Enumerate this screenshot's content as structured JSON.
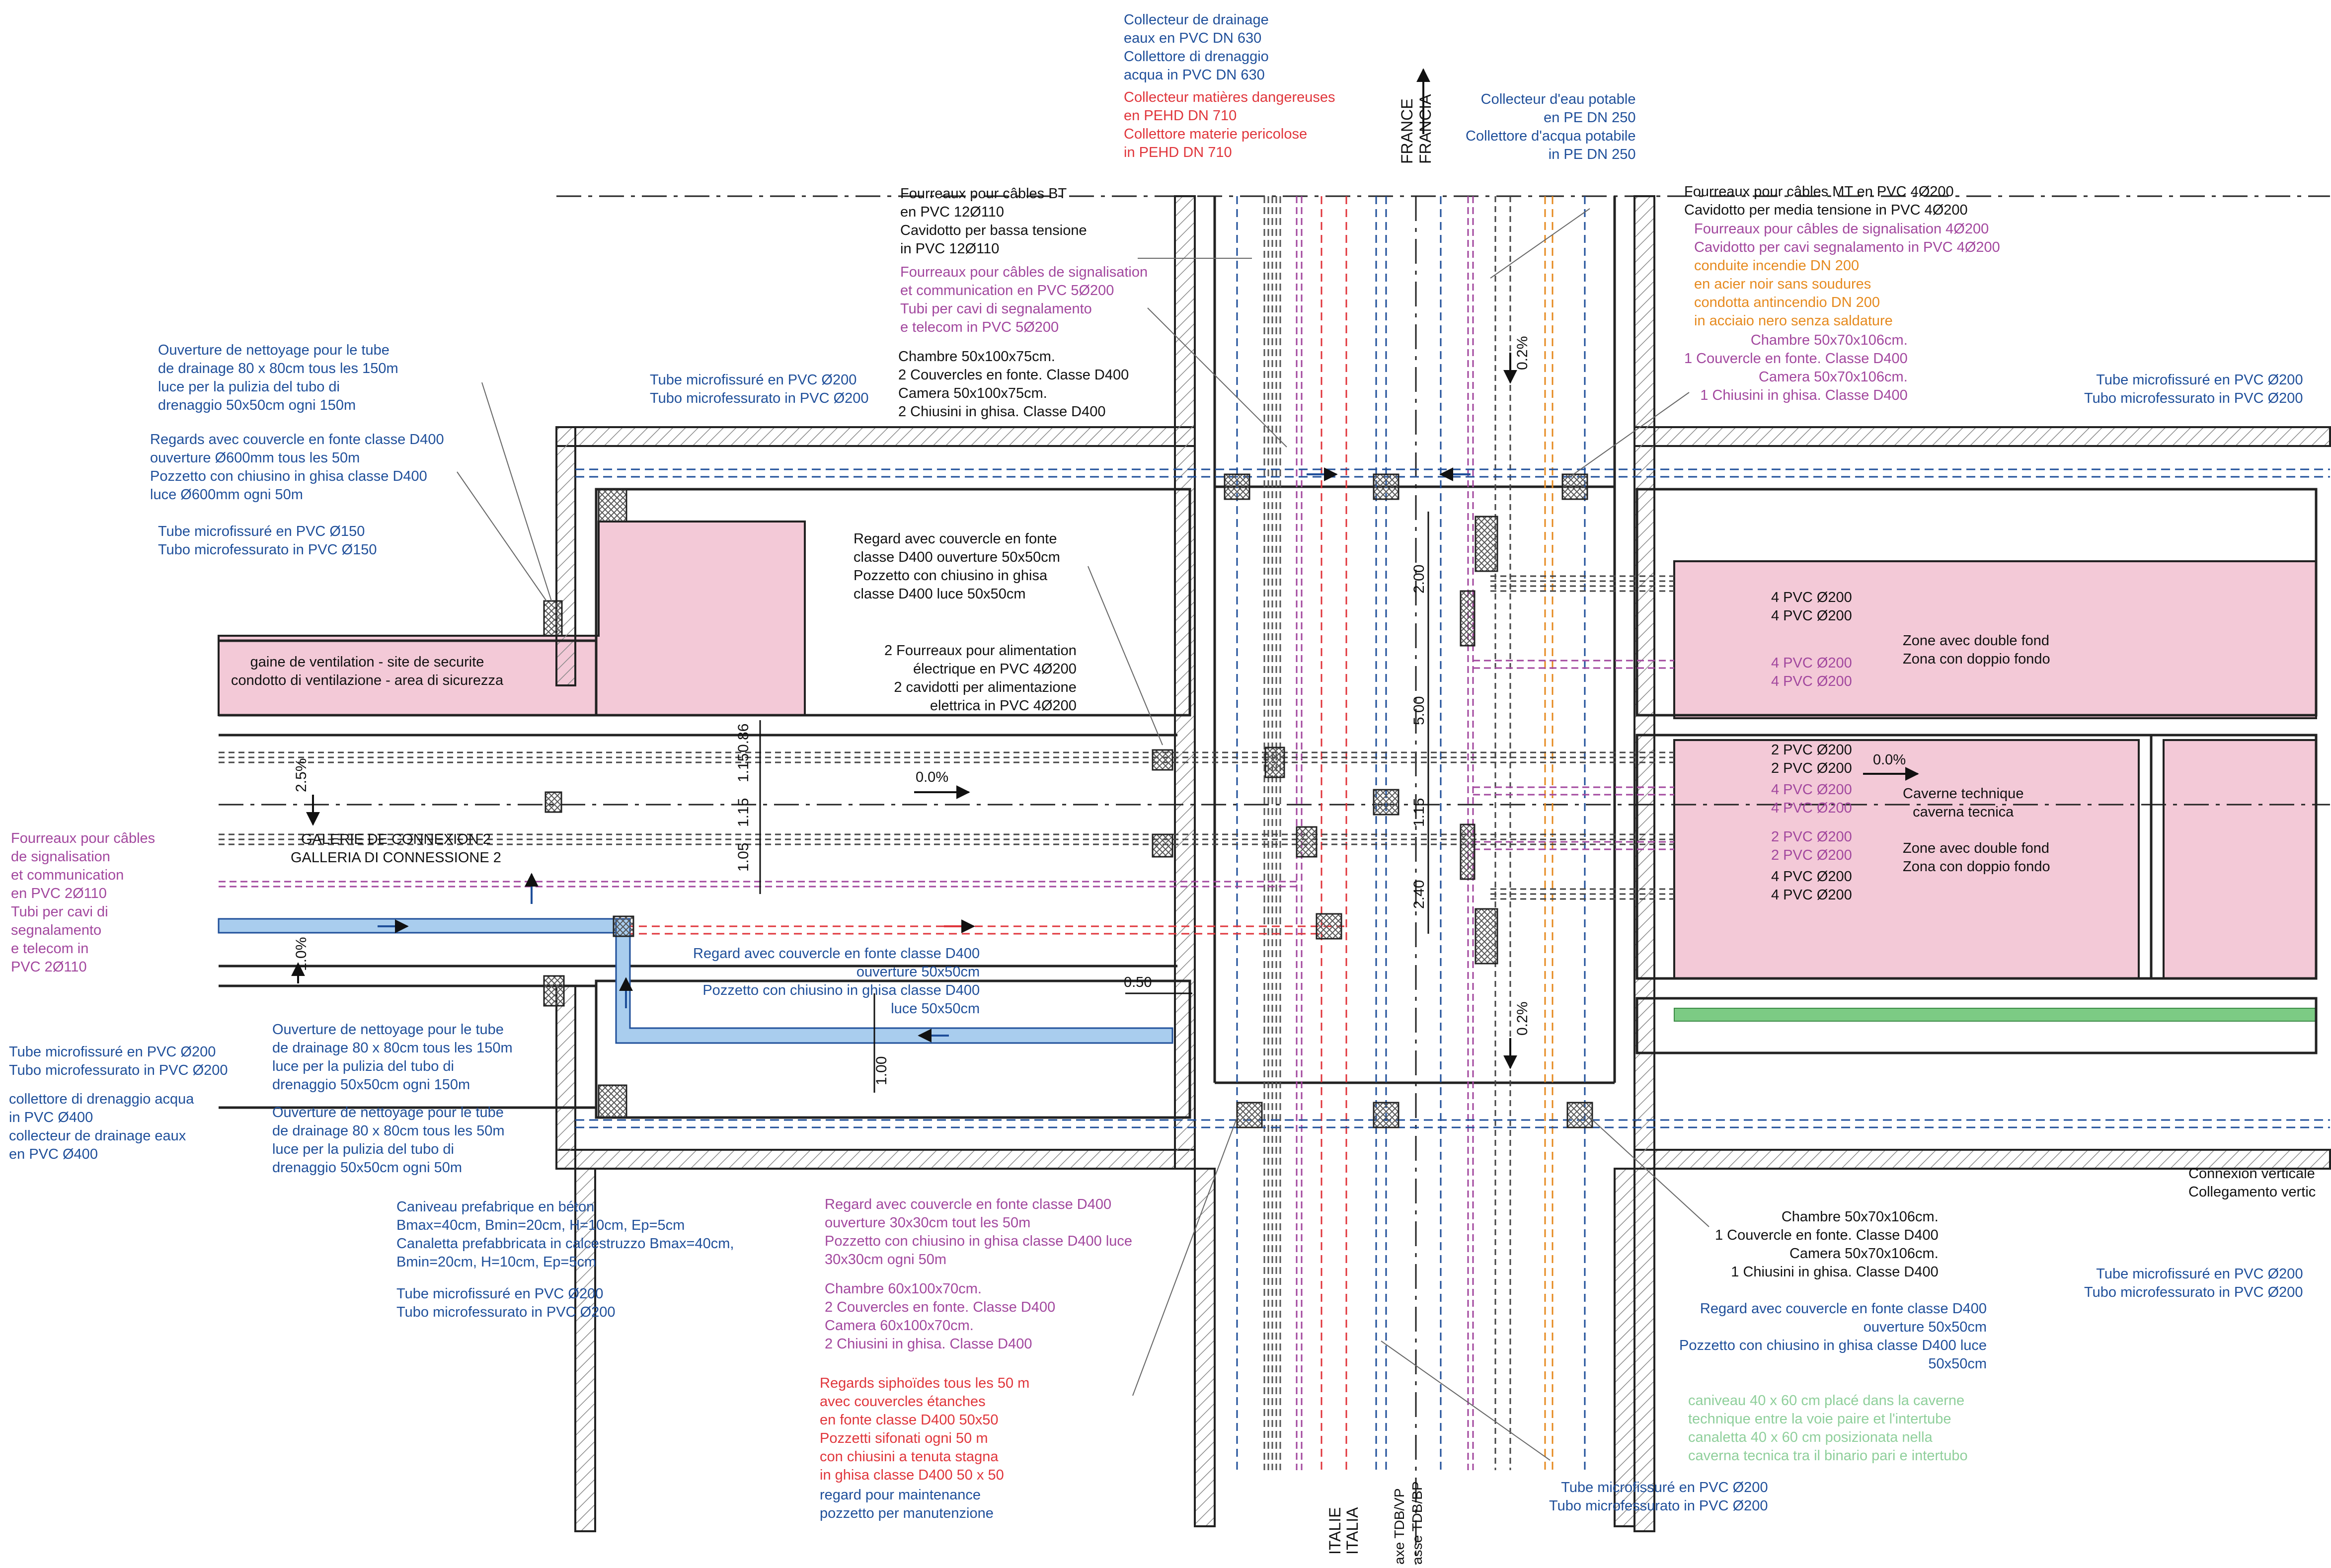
{
  "colors": {
    "blue": "#1f4f9a",
    "red": "#e0353b",
    "magenta": "#a2479e",
    "orange": "#e68a1f",
    "black": "#111111",
    "pink_fill": "#f3c9d7",
    "green_fill": "#7ccb84",
    "light_blue": "#6aa8e0",
    "lightgreen_text": "#8fcf9b",
    "hatch": "#777777"
  },
  "labels": {
    "collecteur_drainage": [
      "Collecteur de drainage",
      "eaux en PVC DN 630",
      "Collettore di drenaggio",
      "acqua in PVC DN 630"
    ],
    "collecteur_dangereuses": [
      "Collecteur matières dangereuses",
      "en PEHD DN 710",
      "Collettore materie pericolose",
      "in PEHD DN 710"
    ],
    "collecteur_eau_potable": [
      "Collecteur d'eau potable",
      "en PE DN 250",
      "Collettore d'acqua potabile",
      "in PE DN 250"
    ],
    "fourreaux_bt": [
      "Fourreaux pour câbles BT",
      "en PVC 12Ø110",
      "Cavidotto per bassa tensione",
      "in PVC 12Ø110"
    ],
    "fourreaux_signal_5": [
      "Fourreaux pour câbles de signalisation",
      "et communication en PVC 5Ø200",
      "Tubi per cavi di segnalamento",
      "e telecom in PVC 5Ø200"
    ],
    "fourreaux_mt": [
      "Fourreaux pour câbles MT en PVC 4Ø200",
      "Cavidotto per media tensione in PVC 4Ø200"
    ],
    "fourreaux_signal_4": [
      "Fourreaux pour câbles de signalisation 4Ø200",
      "Cavidotto per cavi segnalamento in PVC 4Ø200"
    ],
    "conduite_incendie": [
      "conduite incendie DN 200",
      "en acier noir sans soudures",
      "condotta antincendio DN 200",
      "in acciaio nero senza saldature"
    ],
    "chambre_top_right": [
      "Chambre 50x70x106cm.",
      "1 Couvercle en fonte. Classe D400",
      "Camera 50x70x106cm.",
      "1 Chiusini in ghisa. Classe D400"
    ],
    "ouverture_top": [
      "Ouverture de nettoyage pour le tube",
      "de drainage 80 x 80cm tous les 150m",
      "luce per la pulizia del tubo di",
      "drenaggio 50x50cm ogni 150m"
    ],
    "tube_micro_top_left": [
      "Tube microfissuré en PVC Ø200",
      "Tubo microfessurato in PVC Ø200"
    ],
    "chambre_top_mid": [
      "Chambre 50x100x75cm.",
      "2 Couvercles en fonte. Classe D400",
      "Camera 50x100x75cm.",
      "2 Chiusini in ghisa. Classe D400"
    ],
    "tube_micro_top_right": [
      "Tube microfissuré en PVC Ø200",
      "Tubo microfessurato in PVC Ø200"
    ],
    "regards_600": [
      "Regards avec couvercle en fonte classe D400",
      "ouverture Ø600mm tous les 50m",
      "Pozzetto con chiusino in ghisa classe D400",
      "luce Ø600mm ogni 50m"
    ],
    "tube_micro_150": [
      "Tube microfissuré en PVC Ø150",
      "Tubo microfessurato in PVC Ø150"
    ],
    "regard_50_mid": [
      "Regard avec couvercle en fonte",
      "classe D400 ouverture 50x50cm",
      "Pozzetto con chiusino in ghisa",
      "classe D400 luce 50x50cm"
    ],
    "gaine_ventilation": [
      "gaine de ventilation - site de securite",
      "condotto di ventilazione - area di sicurezza"
    ],
    "fourreaux_alim": [
      "2 Fourreaux pour alimentation",
      "électrique en PVC 4Ø200",
      "2 cavidotti per alimentazione",
      "elettrica in PVC 4Ø200"
    ],
    "pvc_4_a": [
      "4 PVC Ø200",
      "4 PVC Ø200"
    ],
    "pvc_4_b": [
      "4 PVC Ø200",
      "4 PVC Ø200"
    ],
    "zone_double_1": [
      "Zone avec double fond",
      "Zona con doppio fondo"
    ],
    "pvc_2_a": [
      "2 PVC Ø200",
      "2 PVC Ø200"
    ],
    "pvc_4_c": [
      "4 PVC Ø200",
      "4 PVC Ø200"
    ],
    "pvc_2_b": [
      "2 PVC Ø200",
      "2 PVC Ø200"
    ],
    "pvc_4_d": [
      "4 PVC Ø200",
      "4 PVC Ø200"
    ],
    "caverne_technique": [
      "Caverne technique",
      "caverna tecnica"
    ],
    "zone_double_2": [
      "Zone avec double fond",
      "Zona con doppio fondo"
    ],
    "galerie": [
      "GALERIE DE CONNEXION 2",
      "GALLERIA DI CONNESSIONE 2"
    ],
    "fourreaux_signal_2": [
      "Fourreaux pour câbles",
      "de signalisation",
      "et communication",
      "en PVC 2Ø110",
      "Tubi per cavi di",
      "segnalamento",
      "e telecom in",
      "PVC 2Ø110"
    ],
    "regard_50_lower": [
      "Regard avec couvercle en fonte classe D400",
      "ouverture 50x50cm",
      "Pozzetto con chiusino in ghisa classe D400",
      "luce 50x50cm"
    ],
    "tube_micro_bottom_left": [
      "Tube microfissuré en PVC Ø200",
      "Tubo microfessurato in PVC Ø200"
    ],
    "collecteur_400": [
      "collettore di drenaggio acqua",
      "in PVC Ø400",
      "collecteur de drainage eaux",
      "en PVC Ø400"
    ],
    "ouverture_150": [
      "Ouverture de nettoyage pour le tube",
      "de drainage 80 x 80cm tous les 150m",
      "luce per la pulizia del tubo di",
      "drenaggio 50x50cm ogni 150m"
    ],
    "ouverture_50": [
      "Ouverture de nettoyage pour le tube",
      "de drainage 80 x 80cm tous les 50m",
      "luce per la pulizia del tubo di",
      "drenaggio 50x50cm ogni 50m"
    ],
    "caniveau": [
      "Caniveau prefabrique en béton",
      "Bmax=40cm, Bmin=20cm, H=10cm, Ep=5cm",
      "Canaletta prefabbricata in calcestruzzo Bmax=40cm,",
      "Bmin=20cm, H=10cm, Ep=5cm"
    ],
    "tube_micro_bottom_mid": [
      "Tube microfissuré en PVC Ø200",
      "Tubo microfessurato in PVC Ø200"
    ],
    "regard_30": [
      "Regard avec couvercle en fonte classe D400",
      "ouverture 30x30cm tout les 50m",
      "Pozzetto con chiusino in ghisa classe D400 luce",
      "30x30cm ogni 50m"
    ],
    "chambre_60": [
      "Chambre 60x100x70cm.",
      "2 Couvercles en fonte. Classe D400",
      "Camera 60x100x70cm.",
      "2 Chiusini in ghisa. Classe D400"
    ],
    "regards_siphoides": [
      "Regards siphoïdes tous les 50 m",
      "avec couvercles étanches",
      "en fonte classe D400 50x50",
      "Pozzetti sifonati ogni 50 m",
      "con chiusini a tenuta stagna",
      "in ghisa classe D400 50 x 50"
    ],
    "regard_maintenance": [
      "regard pour maintenance",
      "pozzetto per manutenzione"
    ],
    "chambre_bottom_right": [
      "Chambre 50x70x106cm.",
      "1 Couvercle en fonte. Classe D400",
      "Camera 50x70x106cm.",
      "1 Chiusini in ghisa. Classe D400"
    ],
    "regard_50_right": [
      "Regard avec couvercle en fonte classe D400",
      "ouverture 50x50cm",
      "Pozzetto con chiusino in ghisa classe D400 luce",
      "50x50cm"
    ],
    "caniveau_green": [
      "caniveau 40 x 60 cm placé dans la caverne",
      "technique entre la voie paire et l'intertube",
      "canaletta 40 x 60 cm posizionata nella",
      "caverna tecnica tra il binario pari e intertubo"
    ],
    "tube_micro_bottom_center": [
      "Tube microfissuré en PVC Ø200",
      "Tubo microfessurato in PVC Ø200"
    ],
    "connexion_verticale": [
      "Connexion verticale",
      "Collegamento vertic"
    ],
    "tube_micro_bottom_right": [
      "Tube microfissuré en PVC Ø200",
      "Tubo microfessurato in PVC Ø200"
    ]
  },
  "dims": {
    "d_2_00": "2.00",
    "d_5_00": "5.00",
    "d_1_15_r": "1.15",
    "d_2_40": "2.40",
    "d_0_86": "0.86",
    "d_1_15_a": "1.15",
    "d_1_15_b": "1.15",
    "d_1_05": "1.05",
    "d_0_50": "0.50",
    "d_1_00": "1.00"
  },
  "slopes": {
    "s_0_2_top": "0.2%",
    "s_0_2_bottom": "0.2%",
    "s_2_5": "2.5%",
    "s_1_0": "1.0%",
    "s_0_0_left": "0.0%",
    "s_0_0_right": "0.0%"
  },
  "vertical_text": {
    "france": "FRANCE",
    "francia": "FRANCIA",
    "italie": "ITALIE",
    "italia": "ITALIA",
    "axe_1": "axe TDB/VP",
    "axe_2": "asse TDB/BP"
  }
}
